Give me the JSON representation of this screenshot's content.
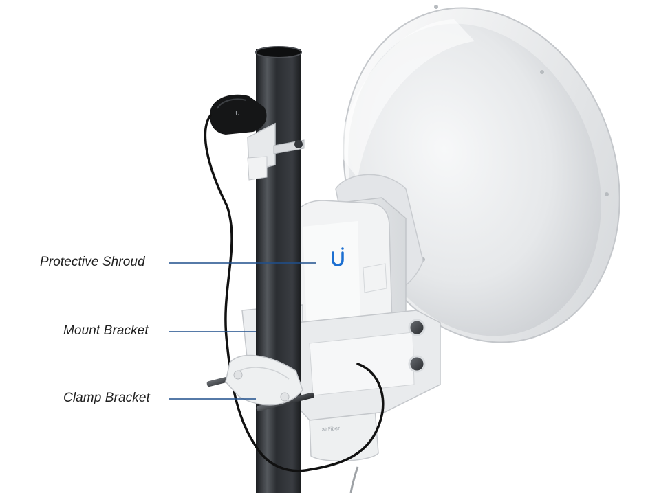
{
  "callouts": {
    "protective_shroud": "Protective Shroud",
    "mount_bracket": "Mount Bracket",
    "clamp_bracket": "Clamp Bracket"
  },
  "logo_glyph": "u",
  "colors": {
    "callout_line": "#1f4f8c",
    "pole_dark": "#2a2d31",
    "dish_light": "#eceef0",
    "cable": "#111111",
    "logo_blue": "#1c6fd1"
  }
}
